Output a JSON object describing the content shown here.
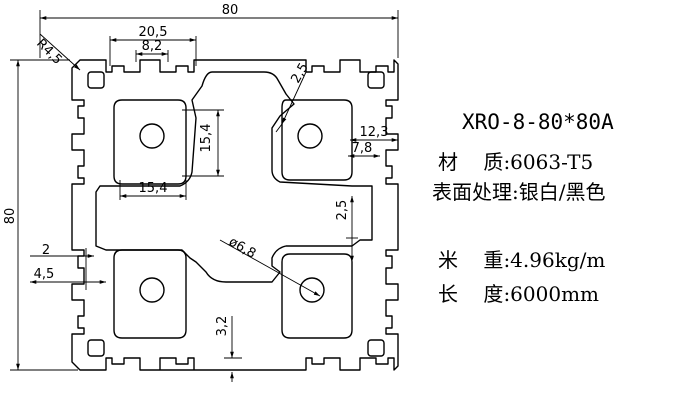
{
  "drawing": {
    "dimensions": {
      "overall_width": "80",
      "overall_height": "80",
      "corner_radius": "R4,5",
      "slot_outer": "20,5",
      "slot_inner": "8,2",
      "wall_top_right": "2,5",
      "right_outer": "12,3",
      "right_inner": "7,8",
      "core_height": "15,4",
      "core_width": "15,4",
      "right_wall": "2,5",
      "hole_diameter": "ø6,8",
      "left_small": "2",
      "left_offset": "4,5",
      "bottom_wall": "3,2"
    }
  },
  "spec": {
    "model": "XRO-8-80*80A",
    "material": {
      "label": "材    质",
      "value": ":6063-T5"
    },
    "surface": {
      "label": "表面处理",
      "value": ":银白/黑色"
    },
    "weight": {
      "label": "米    重",
      "value": ":4.96kg/m"
    },
    "length": {
      "label": "长    度",
      "value": ":6000mm"
    }
  }
}
